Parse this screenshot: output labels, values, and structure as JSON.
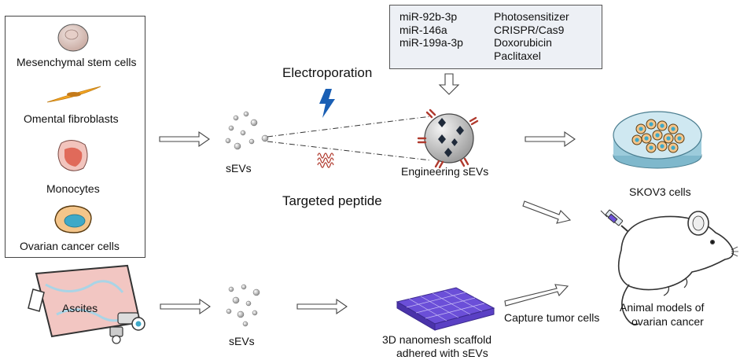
{
  "sources": {
    "items": [
      {
        "label": "Mesenchymal stem cells"
      },
      {
        "label": "Omental fibroblasts"
      },
      {
        "label": "Monocytes"
      },
      {
        "label": "Ovarian cancer cells"
      }
    ]
  },
  "ascites": {
    "label": "Ascites"
  },
  "cargo": {
    "left": [
      "miR-92b-3p",
      "miR-146a",
      "miR-199a-3p"
    ],
    "right": [
      "Photosensitizer",
      "CRISPR/Cas9",
      "Doxorubicin",
      "Paclitaxel"
    ]
  },
  "top_path": {
    "sevs_label": "sEVs",
    "electroporation_label": "Electroporation",
    "peptide_label": "Targeted peptide",
    "engineering_label": "Engineering sEVs"
  },
  "bottom_path": {
    "sevs_label": "sEVs",
    "scaffold_label_line1": "3D nanomesh scaffold",
    "scaffold_label_line2": "adhered with sEVs",
    "capture_label": "Capture tumor cells"
  },
  "outcomes": {
    "cells_label": "SKOV3 cells",
    "animal_label_line1": "Animal models of",
    "animal_label_line2": "ovarian cancer"
  },
  "colors": {
    "stem_cell": "#c8a9a0",
    "fibroblast": "#f5a623",
    "monocyte": "#e06a5a",
    "cancer_cell": "#3fa9c8",
    "lightning": "#1a5fb4",
    "peptide": "#b03a2e",
    "scaffold": "#6b4fd8",
    "ascites_bag": "#f2c6c2"
  }
}
